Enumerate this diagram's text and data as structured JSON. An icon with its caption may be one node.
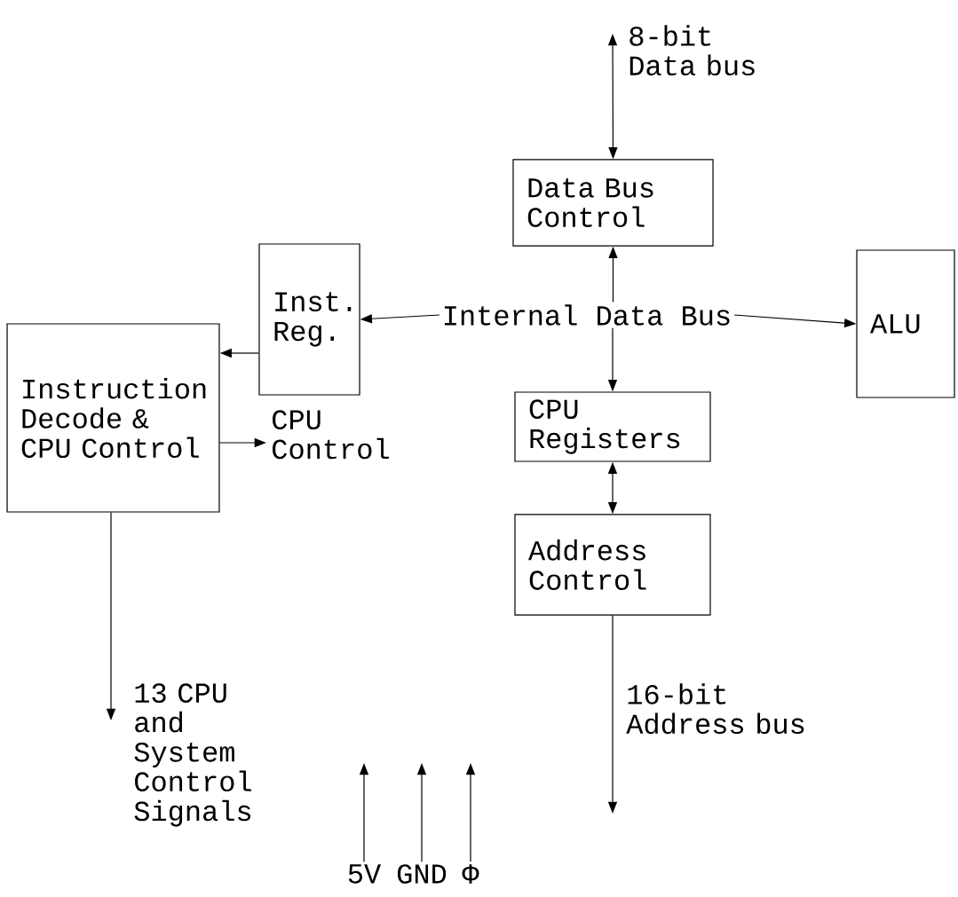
{
  "diagram": {
    "nodes": [
      {
        "text": [
          "Data Bus Control"
        ]
      },
      {
        "text": [
          "Inst. Reg."
        ]
      },
      {
        "text": [
          "ALU"
        ]
      },
      {
        "text": [
          "Instruction Decode & CPU Control"
        ]
      },
      {
        "text": [
          "CPU Registers"
        ]
      },
      {
        "text": [
          "Address Control"
        ]
      },
      {
        "text": [
          "Internal Data Bus"
        ]
      },
      {
        "text": [
          "5V"
        ]
      },
      {
        "text": [
          "GND"
        ]
      },
      {
        "text": [
          "Φ"
        ]
      }
    ],
    "edges": [
      {
        "from": null,
        "to": 0,
        "arrow": "both",
        "label": "8-bit Data bus"
      },
      {
        "from": 6,
        "to": 0,
        "arrow": "to"
      },
      {
        "from": 6,
        "to": 1,
        "arrow": "to"
      },
      {
        "from": 6,
        "to": 2,
        "arrow": "to"
      },
      {
        "from": 6,
        "to": 4,
        "arrow": "to"
      },
      {
        "from": 1,
        "to": 3,
        "arrow": "to"
      },
      {
        "from": 4,
        "to": 5,
        "arrow": "both"
      },
      {
        "from": 5,
        "to": null,
        "arrow": "to",
        "label": "16-bit Address bus"
      },
      {
        "from": 3,
        "to": null,
        "arrow": "to",
        "label": "CPU Control"
      },
      {
        "from": 3,
        "to": null,
        "arrow": "to",
        "label": "13 CPU and System Control Signals"
      },
      {
        "from": 7,
        "to": null,
        "arrow": "to"
      },
      {
        "from": 8,
        "to": null,
        "arrow": "to"
      },
      {
        "from": 9,
        "to": null,
        "arrow": "to"
      }
    ]
  }
}
